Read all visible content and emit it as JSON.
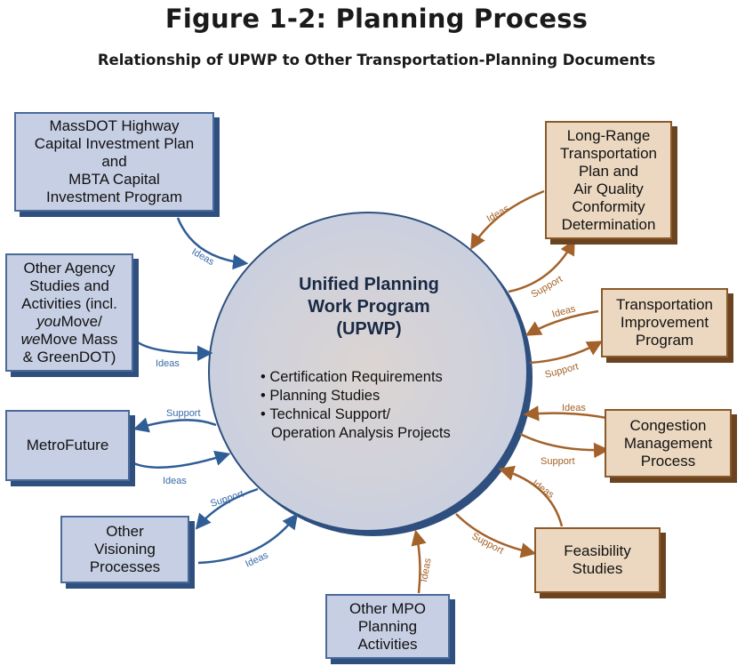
{
  "title": "Figure 1-2: Planning Process",
  "subtitle": "Relationship of UPWP to Other Transportation-Planning Documents",
  "center": {
    "title_lines": [
      "Unified Planning",
      "Work Program",
      "(UPWP)"
    ],
    "bullets": [
      "Certification Requirements",
      "Planning Studies",
      "Technical Support/",
      "Operation Analysis Projects"
    ]
  },
  "boxes": {
    "massdot": [
      "MassDOT Highway",
      "Capital Investment Plan",
      "and",
      "MBTA Capital",
      "Investment Program"
    ],
    "other_agency": [
      "Other Agency",
      "Studies and",
      "Activities (incl.",
      "youMove/",
      "weMove Mass",
      "& GreenDOT)"
    ],
    "metrofuture": [
      "MetroFuture"
    ],
    "other_visioning": [
      "Other",
      "Visioning",
      "Processes"
    ],
    "other_mpo": [
      "Other MPO",
      "Planning",
      "Activities"
    ],
    "lrtp": [
      "Long-Range",
      "Transportation",
      "Plan and",
      "Air Quality",
      "Conformity",
      "Determination"
    ],
    "tip": [
      "Transportation",
      "Improvement",
      "Program"
    ],
    "cmp": [
      "Congestion",
      "Management",
      "Process"
    ],
    "feasibility": [
      "Feasibility",
      "Studies"
    ]
  },
  "arrow_labels": {
    "ideas": "Ideas",
    "support": "Support"
  },
  "colors": {
    "blue_box": "#c7cfe4",
    "tan_box": "#ecd8c0",
    "blue_arrow": "#2f5d96",
    "brown_arrow": "#a3622a"
  }
}
